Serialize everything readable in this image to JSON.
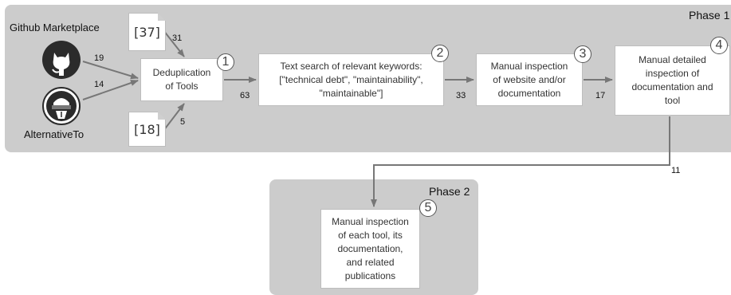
{
  "phases": {
    "phase1": "Phase 1",
    "phase2": "Phase 2"
  },
  "sources": {
    "github": "Github Marketplace",
    "alternativeto": "AlternativeTo"
  },
  "references": {
    "ref37": "[37]",
    "ref18": "[18]"
  },
  "steps": [
    {
      "number": "1",
      "label": "Deduplication\nof Tools"
    },
    {
      "number": "2",
      "label": "Text search of relevant keywords:\n[\"technical debt\", \"maintainability\",\n\"maintainable\"]"
    },
    {
      "number": "3",
      "label": "Manual inspection\nof website and/or\ndocumentation"
    },
    {
      "number": "4",
      "label": "Manual detailed\ninspection of\ndocumentation and\ntool"
    },
    {
      "number": "5",
      "label": "Manual inspection\nof each tool, its\ndocumentation,\nand related\npublications"
    }
  ],
  "counts": {
    "ref37_to_dedup": "31",
    "github_to_dedup": "19",
    "alternativeto_to_dedup": "14",
    "ref18_to_dedup": "5",
    "dedup_to_search": "63",
    "search_to_website": "33",
    "website_to_detailed": "17",
    "detailed_to_each": "11"
  },
  "colors": {
    "phase_background": "#cccccc",
    "arrow": "#777777",
    "box_border": "#bdbdbd",
    "logo": "#2b2b2b"
  },
  "icons": {
    "github": "github-logo-icon",
    "alternativeto": "alternativeto-logo-icon"
  }
}
